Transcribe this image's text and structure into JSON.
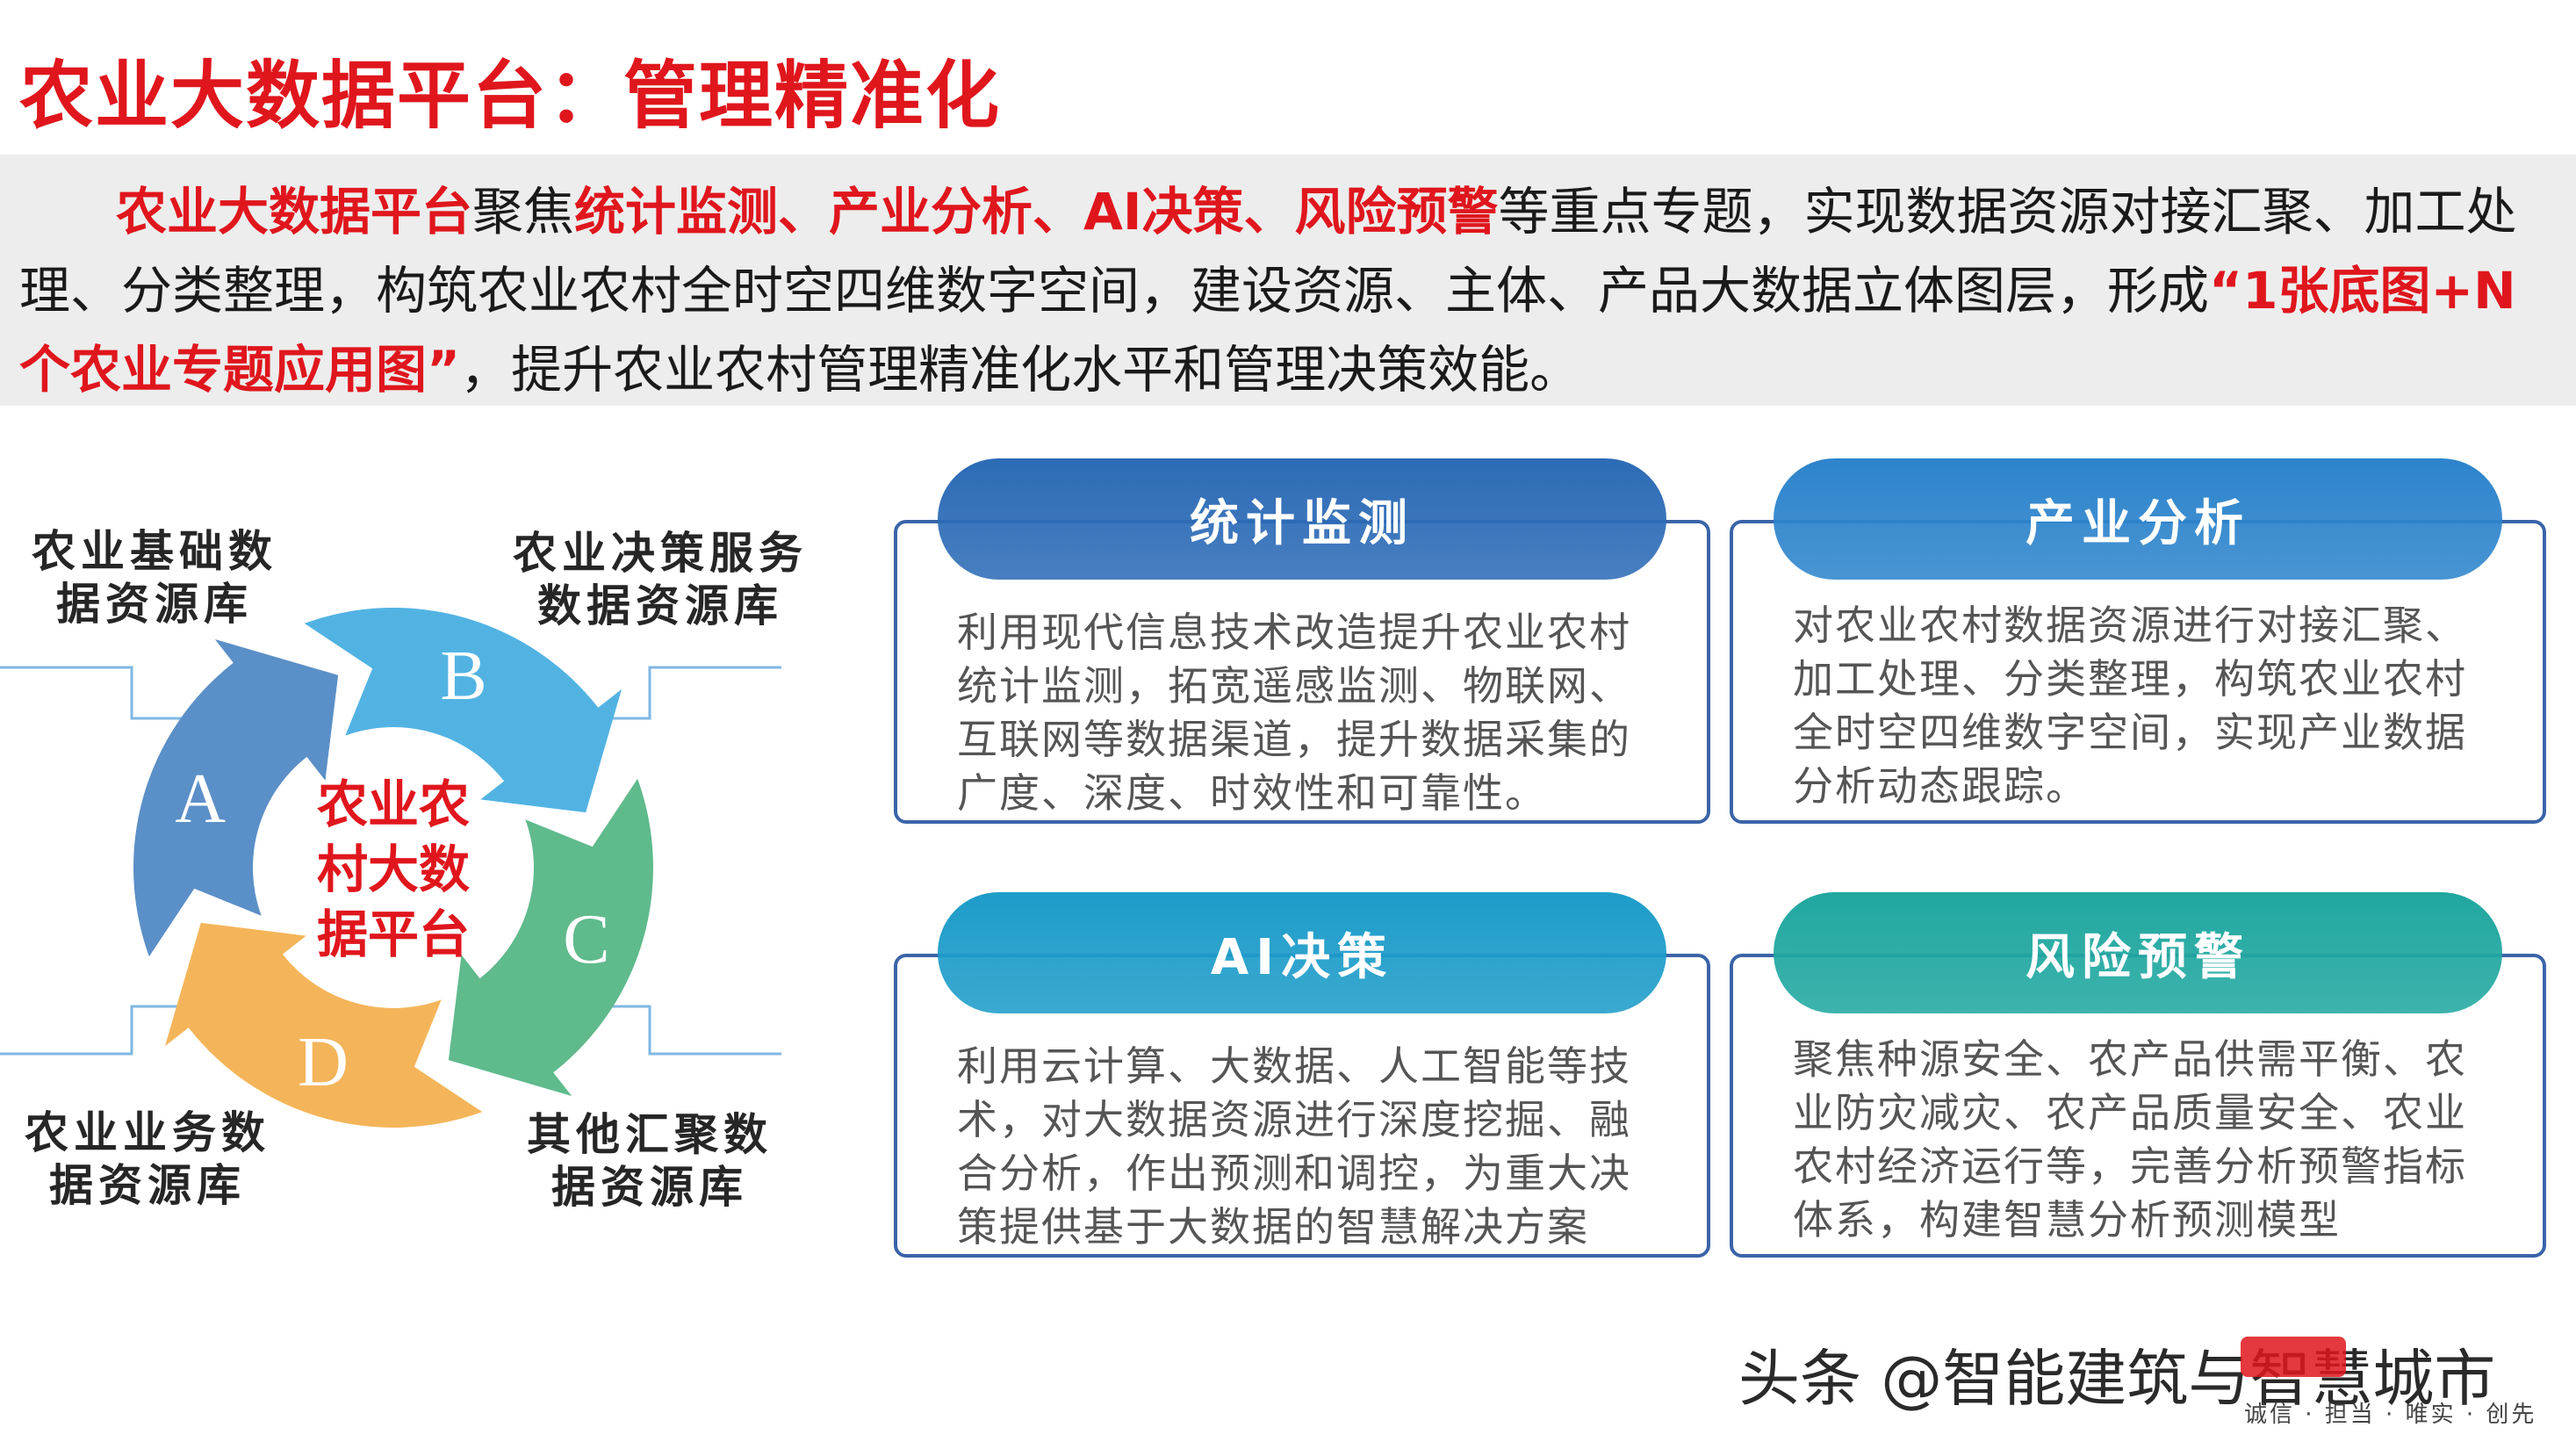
{
  "title": "农业大数据平台：管理精准化",
  "intro": [
    {
      "text": "农业大数据平台",
      "hl": true
    },
    {
      "text": "聚焦",
      "hl": false
    },
    {
      "text": "统计监测、产业分析、AI决策、风险预警",
      "hl": true
    },
    {
      "text": "等重点专题，实现数据资源对接汇聚、加工处理、分类整理，构筑农业农村全时空四维数字空间，建设资源、主体、产品大数据立体图层，形成",
      "hl": false
    },
    {
      "text": "“1张底图+N个农业专题应用图”",
      "hl": true
    },
    {
      "text": "，提升农业农村管理精准化水平和管理决策效能。",
      "hl": false
    }
  ],
  "diagram": {
    "center_lines": [
      "农业农",
      "村大数",
      "据平台"
    ],
    "segments": [
      {
        "letter": "A",
        "color": "#5b8fc7"
      },
      {
        "letter": "B",
        "color": "#52b3e3"
      },
      {
        "letter": "C",
        "color": "#5fba8c"
      },
      {
        "letter": "D",
        "color": "#f4b55a"
      }
    ],
    "libraries": [
      {
        "lines": [
          "农业基础数",
          "据资源库"
        ]
      },
      {
        "lines": [
          "农业决策服务",
          "数据资源库"
        ]
      },
      {
        "lines": [
          "其他汇聚数",
          "据资源库"
        ]
      },
      {
        "lines": [
          "农业业务数",
          "据资源库"
        ]
      }
    ]
  },
  "cards": [
    {
      "title": "统计监测",
      "color": "#2c6bb6",
      "lines": [
        "利用现代信息技术改造提升农业农村",
        "统计监测，拓宽遥感监测、物联网、",
        "互联网等数据渠道，提升数据采集的",
        "广度、深度、时效性和可靠性。"
      ]
    },
    {
      "title": "产业分析",
      "color": "#2d84cc",
      "lines": [
        "对农业农村数据资源进行对接汇聚、",
        "加工处理、分类整理，构筑农业农村",
        "全时空四维数字空间，实现产业数据",
        "分析动态跟踪。"
      ]
    },
    {
      "title": "AI决策",
      "color": "#1d9cc9",
      "lines": [
        "利用云计算、大数据、人工智能等技",
        "术，对大数据资源进行深度挖掘、融",
        "合分析，作出预测和调控，为重大决",
        "策提供基于大数据的智慧解决方案"
      ]
    },
    {
      "title": "风险预警",
      "color": "#20a7a0",
      "lines": [
        "聚焦种源安全、农产品供需平衡、农",
        "业防灾减灾、农产品质量安全、农业",
        "农村经济运行等，完善分析预警指标",
        "体系，构建智慧分析预测模型"
      ]
    }
  ],
  "watermark": {
    "text": "头条 @智能建筑与智慧城市",
    "sub": "诚信 · 担当 · 唯实 · 创先"
  }
}
